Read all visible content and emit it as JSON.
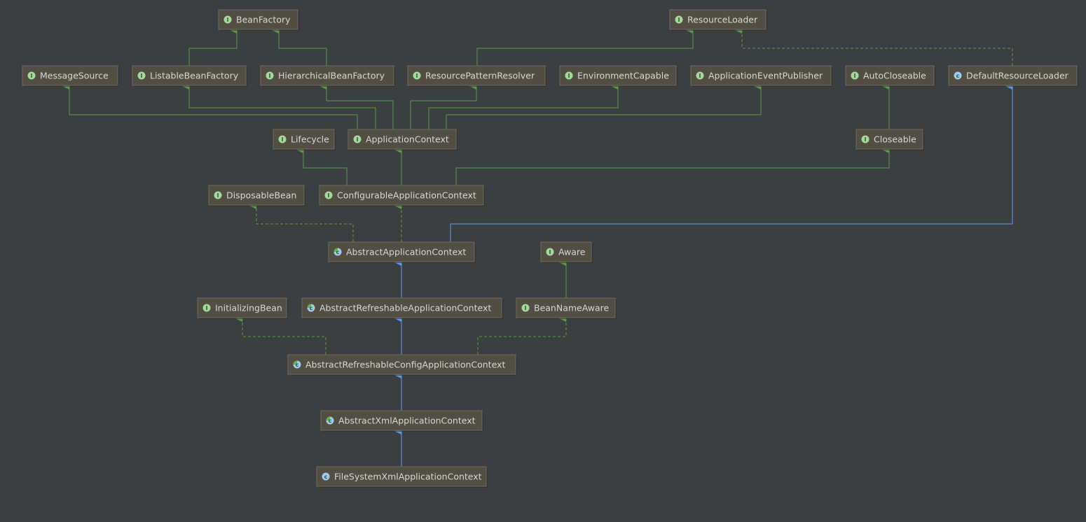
{
  "colors": {
    "background": "#3c3f41",
    "extends_interface": "#5c9a4a",
    "implements": "#5c9a4a",
    "extends_class": "#5b9bea",
    "interface_badge": "#a5d89a",
    "class_badge": "#9fcbef"
  },
  "nodes": [
    {
      "id": "BeanFactory",
      "label": "BeanFactory",
      "kind": "interface"
    },
    {
      "id": "ResourceLoader",
      "label": "ResourceLoader",
      "kind": "interface"
    },
    {
      "id": "MessageSource",
      "label": "MessageSource",
      "kind": "interface"
    },
    {
      "id": "ListableBeanFactory",
      "label": "ListableBeanFactory",
      "kind": "interface"
    },
    {
      "id": "HierarchicalBeanFactory",
      "label": "HierarchicalBeanFactory",
      "kind": "interface"
    },
    {
      "id": "ResourcePatternResolver",
      "label": "ResourcePatternResolver",
      "kind": "interface"
    },
    {
      "id": "EnvironmentCapable",
      "label": "EnvironmentCapable",
      "kind": "interface"
    },
    {
      "id": "ApplicationEventPublisher",
      "label": "ApplicationEventPublisher",
      "kind": "interface"
    },
    {
      "id": "AutoCloseable",
      "label": "AutoCloseable",
      "kind": "interface"
    },
    {
      "id": "DefaultResourceLoader",
      "label": "DefaultResourceLoader",
      "kind": "class"
    },
    {
      "id": "Lifecycle",
      "label": "Lifecycle",
      "kind": "interface"
    },
    {
      "id": "ApplicationContext",
      "label": "ApplicationContext",
      "kind": "interface"
    },
    {
      "id": "Closeable",
      "label": "Closeable",
      "kind": "interface"
    },
    {
      "id": "DisposableBean",
      "label": "DisposableBean",
      "kind": "interface"
    },
    {
      "id": "ConfigurableApplicationContext",
      "label": "ConfigurableApplicationContext",
      "kind": "interface"
    },
    {
      "id": "AbstractApplicationContext",
      "label": "AbstractApplicationContext",
      "kind": "abstract"
    },
    {
      "id": "Aware",
      "label": "Aware",
      "kind": "interface"
    },
    {
      "id": "InitializingBean",
      "label": "InitializingBean",
      "kind": "interface"
    },
    {
      "id": "AbstractRefreshableApplicationContext",
      "label": "AbstractRefreshableApplicationContext",
      "kind": "abstract"
    },
    {
      "id": "BeanNameAware",
      "label": "BeanNameAware",
      "kind": "interface"
    },
    {
      "id": "AbstractRefreshableConfigApplicationContext",
      "label": "AbstractRefreshableConfigApplicationContext",
      "kind": "abstract"
    },
    {
      "id": "AbstractXmlApplicationContext",
      "label": "AbstractXmlApplicationContext",
      "kind": "abstract"
    },
    {
      "id": "FileSystemXmlApplicationContext",
      "label": "FileSystemXmlApplicationContext",
      "kind": "class"
    }
  ],
  "edges": [
    {
      "from": "ListableBeanFactory",
      "to": "BeanFactory",
      "type": "extends_interface"
    },
    {
      "from": "HierarchicalBeanFactory",
      "to": "BeanFactory",
      "type": "extends_interface"
    },
    {
      "from": "ResourcePatternResolver",
      "to": "ResourceLoader",
      "type": "extends_interface"
    },
    {
      "from": "DefaultResourceLoader",
      "to": "ResourceLoader",
      "type": "implements"
    },
    {
      "from": "ApplicationContext",
      "to": "MessageSource",
      "type": "extends_interface"
    },
    {
      "from": "ApplicationContext",
      "to": "ListableBeanFactory",
      "type": "extends_interface"
    },
    {
      "from": "ApplicationContext",
      "to": "HierarchicalBeanFactory",
      "type": "extends_interface"
    },
    {
      "from": "ApplicationContext",
      "to": "ResourcePatternResolver",
      "type": "extends_interface"
    },
    {
      "from": "ApplicationContext",
      "to": "EnvironmentCapable",
      "type": "extends_interface"
    },
    {
      "from": "ApplicationContext",
      "to": "ApplicationEventPublisher",
      "type": "extends_interface"
    },
    {
      "from": "Closeable",
      "to": "AutoCloseable",
      "type": "extends_interface"
    },
    {
      "from": "ConfigurableApplicationContext",
      "to": "Lifecycle",
      "type": "extends_interface"
    },
    {
      "from": "ConfigurableApplicationContext",
      "to": "ApplicationContext",
      "type": "extends_interface"
    },
    {
      "from": "ConfigurableApplicationContext",
      "to": "Closeable",
      "type": "extends_interface"
    },
    {
      "from": "AbstractApplicationContext",
      "to": "DisposableBean",
      "type": "implements"
    },
    {
      "from": "AbstractApplicationContext",
      "to": "ConfigurableApplicationContext",
      "type": "implements"
    },
    {
      "from": "AbstractApplicationContext",
      "to": "DefaultResourceLoader",
      "type": "extends_class"
    },
    {
      "from": "BeanNameAware",
      "to": "Aware",
      "type": "extends_interface"
    },
    {
      "from": "AbstractRefreshableApplicationContext",
      "to": "AbstractApplicationContext",
      "type": "extends_class"
    },
    {
      "from": "AbstractRefreshableConfigApplicationContext",
      "to": "InitializingBean",
      "type": "implements"
    },
    {
      "from": "AbstractRefreshableConfigApplicationContext",
      "to": "AbstractRefreshableApplicationContext",
      "type": "extends_class"
    },
    {
      "from": "AbstractRefreshableConfigApplicationContext",
      "to": "BeanNameAware",
      "type": "implements"
    },
    {
      "from": "AbstractXmlApplicationContext",
      "to": "AbstractRefreshableConfigApplicationContext",
      "type": "extends_class"
    },
    {
      "from": "FileSystemXmlApplicationContext",
      "to": "AbstractXmlApplicationContext",
      "type": "extends_class"
    }
  ]
}
